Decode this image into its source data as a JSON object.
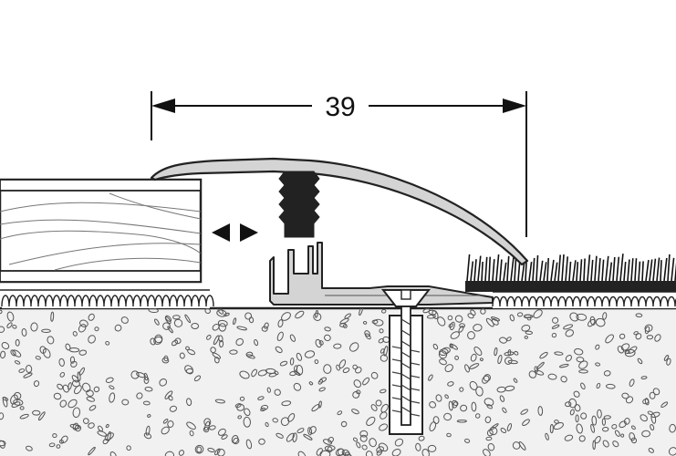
{
  "dimension": {
    "value_label": "39"
  },
  "colors": {
    "outline": "#222222",
    "profile_fill": "#d4d4d4",
    "concrete_fill": "#f1f1f1",
    "pebble_stroke": "#555555",
    "wood_grain": "#777777"
  },
  "icons": {
    "move_arrows": "double-headed-horizontal-arrow",
    "screw": "countersunk-screw",
    "dowel": "wall-plug"
  }
}
